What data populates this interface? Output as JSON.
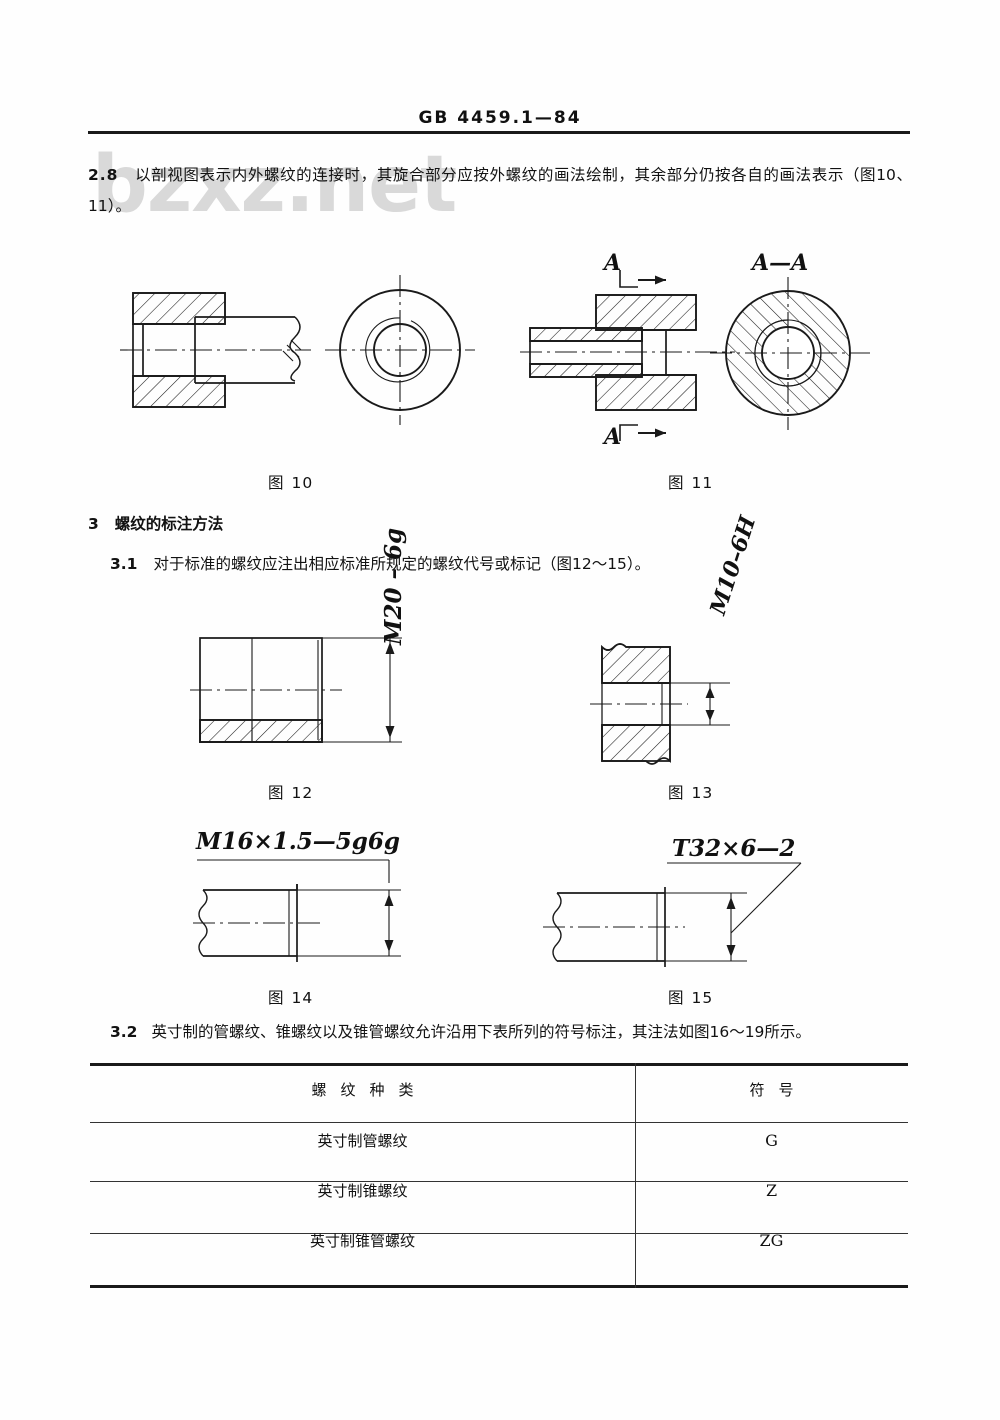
{
  "document": {
    "standard_header": "GB 4459.1—84",
    "watermark": "bzxz.net"
  },
  "sections": {
    "para_2_8": {
      "number": "2.8",
      "text": "以剖视图表示内外螺纹的连接时，其旋合部分应按外螺纹的画法绘制，其余部分仍按各自的画法表示（图10、11）。"
    },
    "heading_3": {
      "number": "3",
      "title": "螺纹的标注方法"
    },
    "para_3_1": {
      "number": "3.1",
      "text": "对于标准的螺纹应注出相应标准所规定的螺纹代号或标记（图12～15）。"
    },
    "para_3_2": {
      "number": "3.2",
      "text": "英寸制的管螺纹、锥螺纹以及锥管螺纹允许沿用下表所列的符号标注，其注法如图16～19所示。"
    }
  },
  "figures": [
    {
      "id": "fig10",
      "caption_prefix": "图",
      "caption_number": "10",
      "description": "internal-external-thread-section-view"
    },
    {
      "id": "fig11",
      "caption_prefix": "图",
      "caption_number": "11",
      "description": "thread-connection-with-section-cut",
      "section_label_top": "A",
      "section_label_bottom": "A",
      "section_view_title": "A—A"
    },
    {
      "id": "fig12",
      "caption_prefix": "图",
      "caption_number": "12",
      "dimension_label": "M20 – 6g"
    },
    {
      "id": "fig13",
      "caption_prefix": "图",
      "caption_number": "13",
      "dimension_label": "M10–6H"
    },
    {
      "id": "fig14",
      "caption_prefix": "图",
      "caption_number": "14",
      "dimension_label": "M16×1.5—5g6g"
    },
    {
      "id": "fig15",
      "caption_prefix": "图",
      "caption_number": "15",
      "dimension_label": "T32×6—2"
    }
  ],
  "table": {
    "headers": [
      "螺纹种类",
      "符号"
    ],
    "rows": [
      {
        "kind": "英寸制管螺纹",
        "symbol": "G"
      },
      {
        "kind": "英寸制锥螺纹",
        "symbol": "Z"
      },
      {
        "kind": "英寸制锥管螺纹",
        "symbol": "ZG"
      }
    ]
  }
}
